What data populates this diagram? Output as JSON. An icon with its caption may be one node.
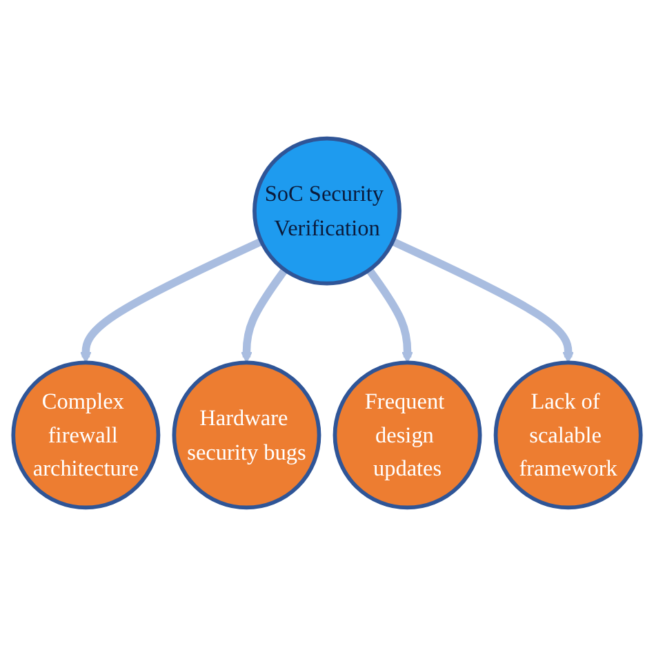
{
  "diagram": {
    "nodes": [
      {
        "text": [
          "Complex firewall architecture"
        ]
      },
      {
        "text": [
          "Hardware security bugs"
        ]
      },
      {
        "text": [
          "SoC Security Verification"
        ]
      },
      {
        "text": [
          "Frequent design updates"
        ]
      },
      {
        "text": [
          "Lack of scalable framework"
        ]
      }
    ],
    "edges": [
      {
        "from": 2,
        "to": 0,
        "arrow": "to"
      },
      {
        "from": 2,
        "to": 1,
        "arrow": "to"
      },
      {
        "from": 2,
        "to": 3,
        "arrow": "to"
      },
      {
        "from": 2,
        "to": 4,
        "arrow": "to"
      }
    ]
  }
}
